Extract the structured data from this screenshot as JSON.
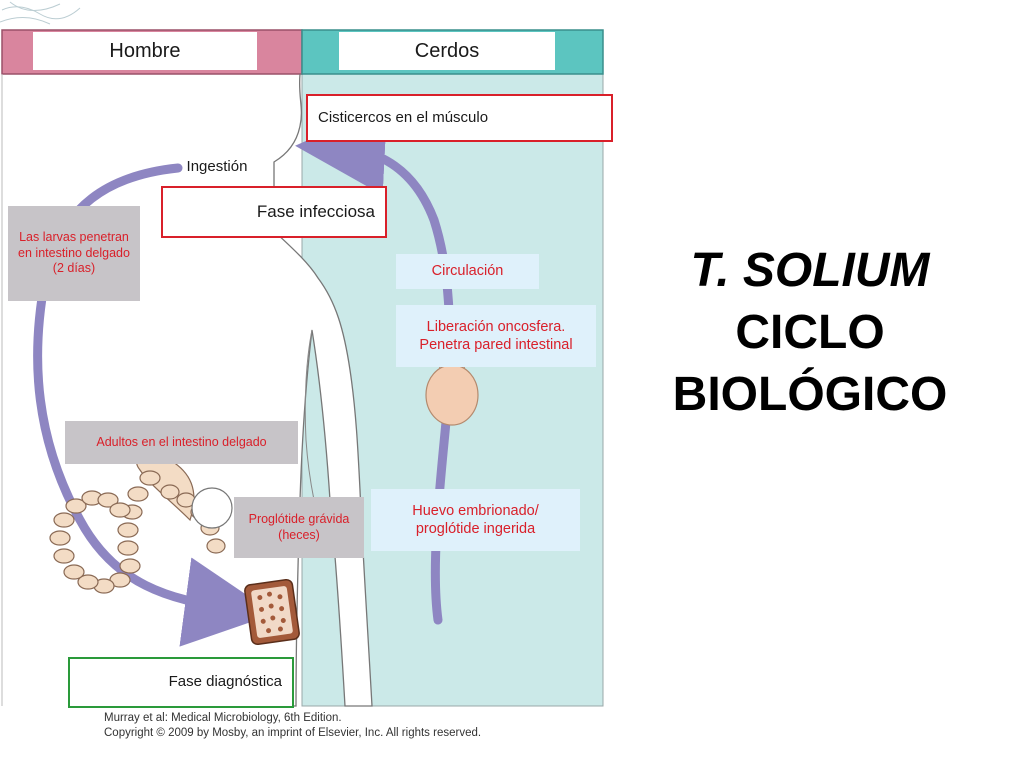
{
  "header": {
    "hombre_label": "Hombre",
    "cerdos_label": "Cerdos"
  },
  "labels": {
    "cisticercos": "Cisticercos en el músculo",
    "ingestion": "Ingestión",
    "fase_infecciosa": "Fase infecciosa",
    "larvas": "Las larvas penetran en intestino delgado (2 días)",
    "circulacion": "Circulación",
    "liberacion": "Liberación oncosfera. Penetra pared intestinal",
    "adultos": "Adultos en el intestino delgado",
    "huevo": "Huevo embrionado/ proglótide ingerida",
    "proglotide": "Proglótide grávida (heces)",
    "fase_diagnostica": "Fase diagnóstica"
  },
  "title": {
    "line1": "T. SOLIUM",
    "line2": "CICLO",
    "line3": "BIOLÓGICO"
  },
  "citation": {
    "line1": "Murray et al: Medical Microbiology, 6th Edition.",
    "line2": "Copyright © 2009 by Mosby, an imprint of Elsevier, Inc. All rights reserved."
  },
  "colors": {
    "hombre_header": "#d9859e",
    "cerdos_header": "#5cc5c0",
    "cerdos_panel": "#cbe9e8",
    "cycle_arrow": "#8e86c2",
    "box_red_border": "#d9202a",
    "box_green_border": "#2a9a3a",
    "note_grey": "#c7c4c8",
    "note_blue": "#dff1fb",
    "note_text_red": "#d9202a"
  },
  "icons": {
    "human_figure": "human-silhouette",
    "pig_area": "cerdos-panel",
    "oncosphere": "oncosphere-egg-icon",
    "tapeworm": "adult-tapeworm-icon",
    "proglottid": "gravid-proglottid-icon"
  }
}
